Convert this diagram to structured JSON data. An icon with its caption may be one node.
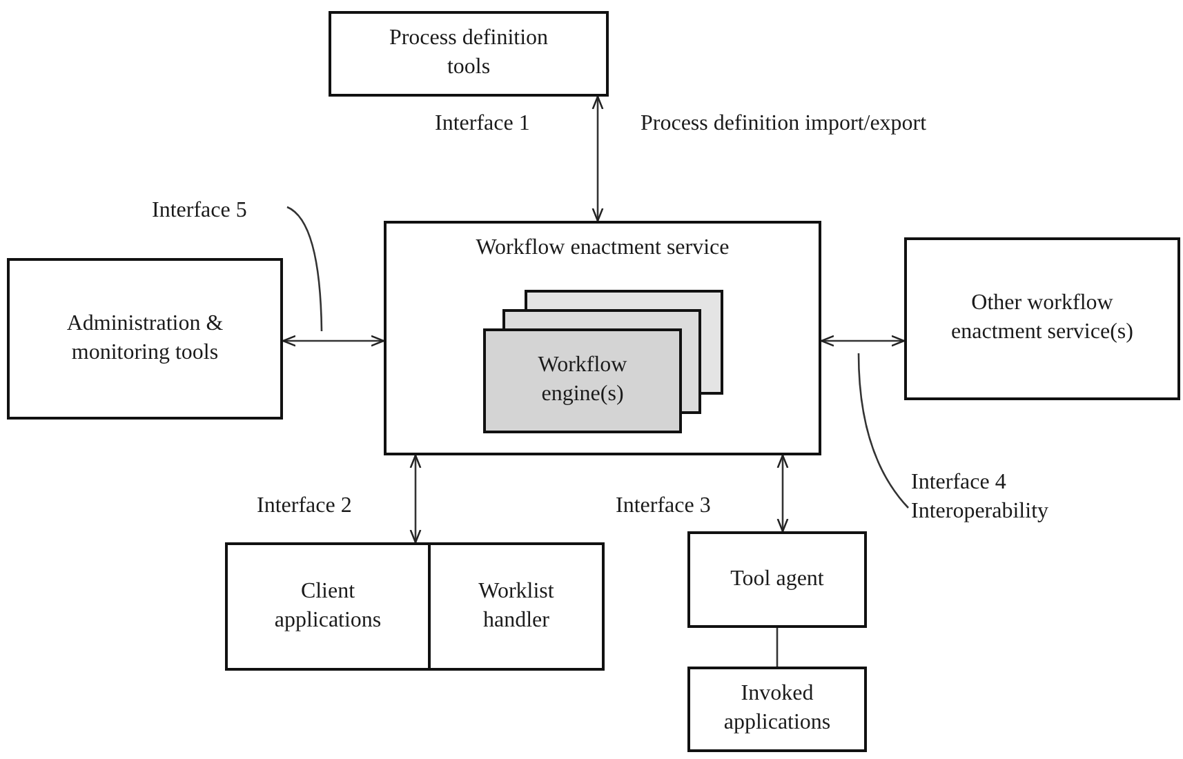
{
  "diagram": {
    "nodes": [
      {
        "text": [
          "Process definition tools"
        ]
      },
      {
        "text": [
          "Interface 5"
        ]
      },
      {
        "text": [
          "Administration & monitoring tools"
        ]
      },
      {
        "text": [
          "Workflow enactment service"
        ]
      },
      {
        "text": [
          "Workflow engine(s)"
        ],
        "in": 3
      },
      {
        "text": [
          "Other workflow enactment service(s)"
        ]
      },
      {
        "text": [
          "Interface 4",
          "Interoperability"
        ]
      },
      {
        "text": [],
        "shape": "box"
      },
      {
        "text": [
          "Client applications"
        ],
        "in": 7
      },
      {
        "text": [
          "Worklist handler"
        ],
        "in": 7
      },
      {
        "text": [
          "Tool agent"
        ]
      },
      {
        "text": [
          "Invoked applications"
        ]
      }
    ],
    "edges": [
      {
        "from": 0,
        "to": 3,
        "arrow": "both"
      },
      {
        "from": 2,
        "to": 3,
        "arrow": "both"
      },
      {
        "from": 3,
        "to": 5,
        "arrow": "both"
      },
      {
        "from": 3,
        "to": 7,
        "arrow": "both"
      },
      {
        "from": 3,
        "to": 10,
        "arrow": "both"
      },
      {
        "from": 10,
        "to": 11,
        "arrow": "none"
      },
      {
        "from": 1,
        "to": null,
        "arrow": "none"
      },
      {
        "from": 6,
        "to": null,
        "arrow": "none"
      }
    ],
    "labels": [
      "Interface 1",
      "Process definition import/export",
      "Interface 2",
      "Interface 3"
    ]
  }
}
